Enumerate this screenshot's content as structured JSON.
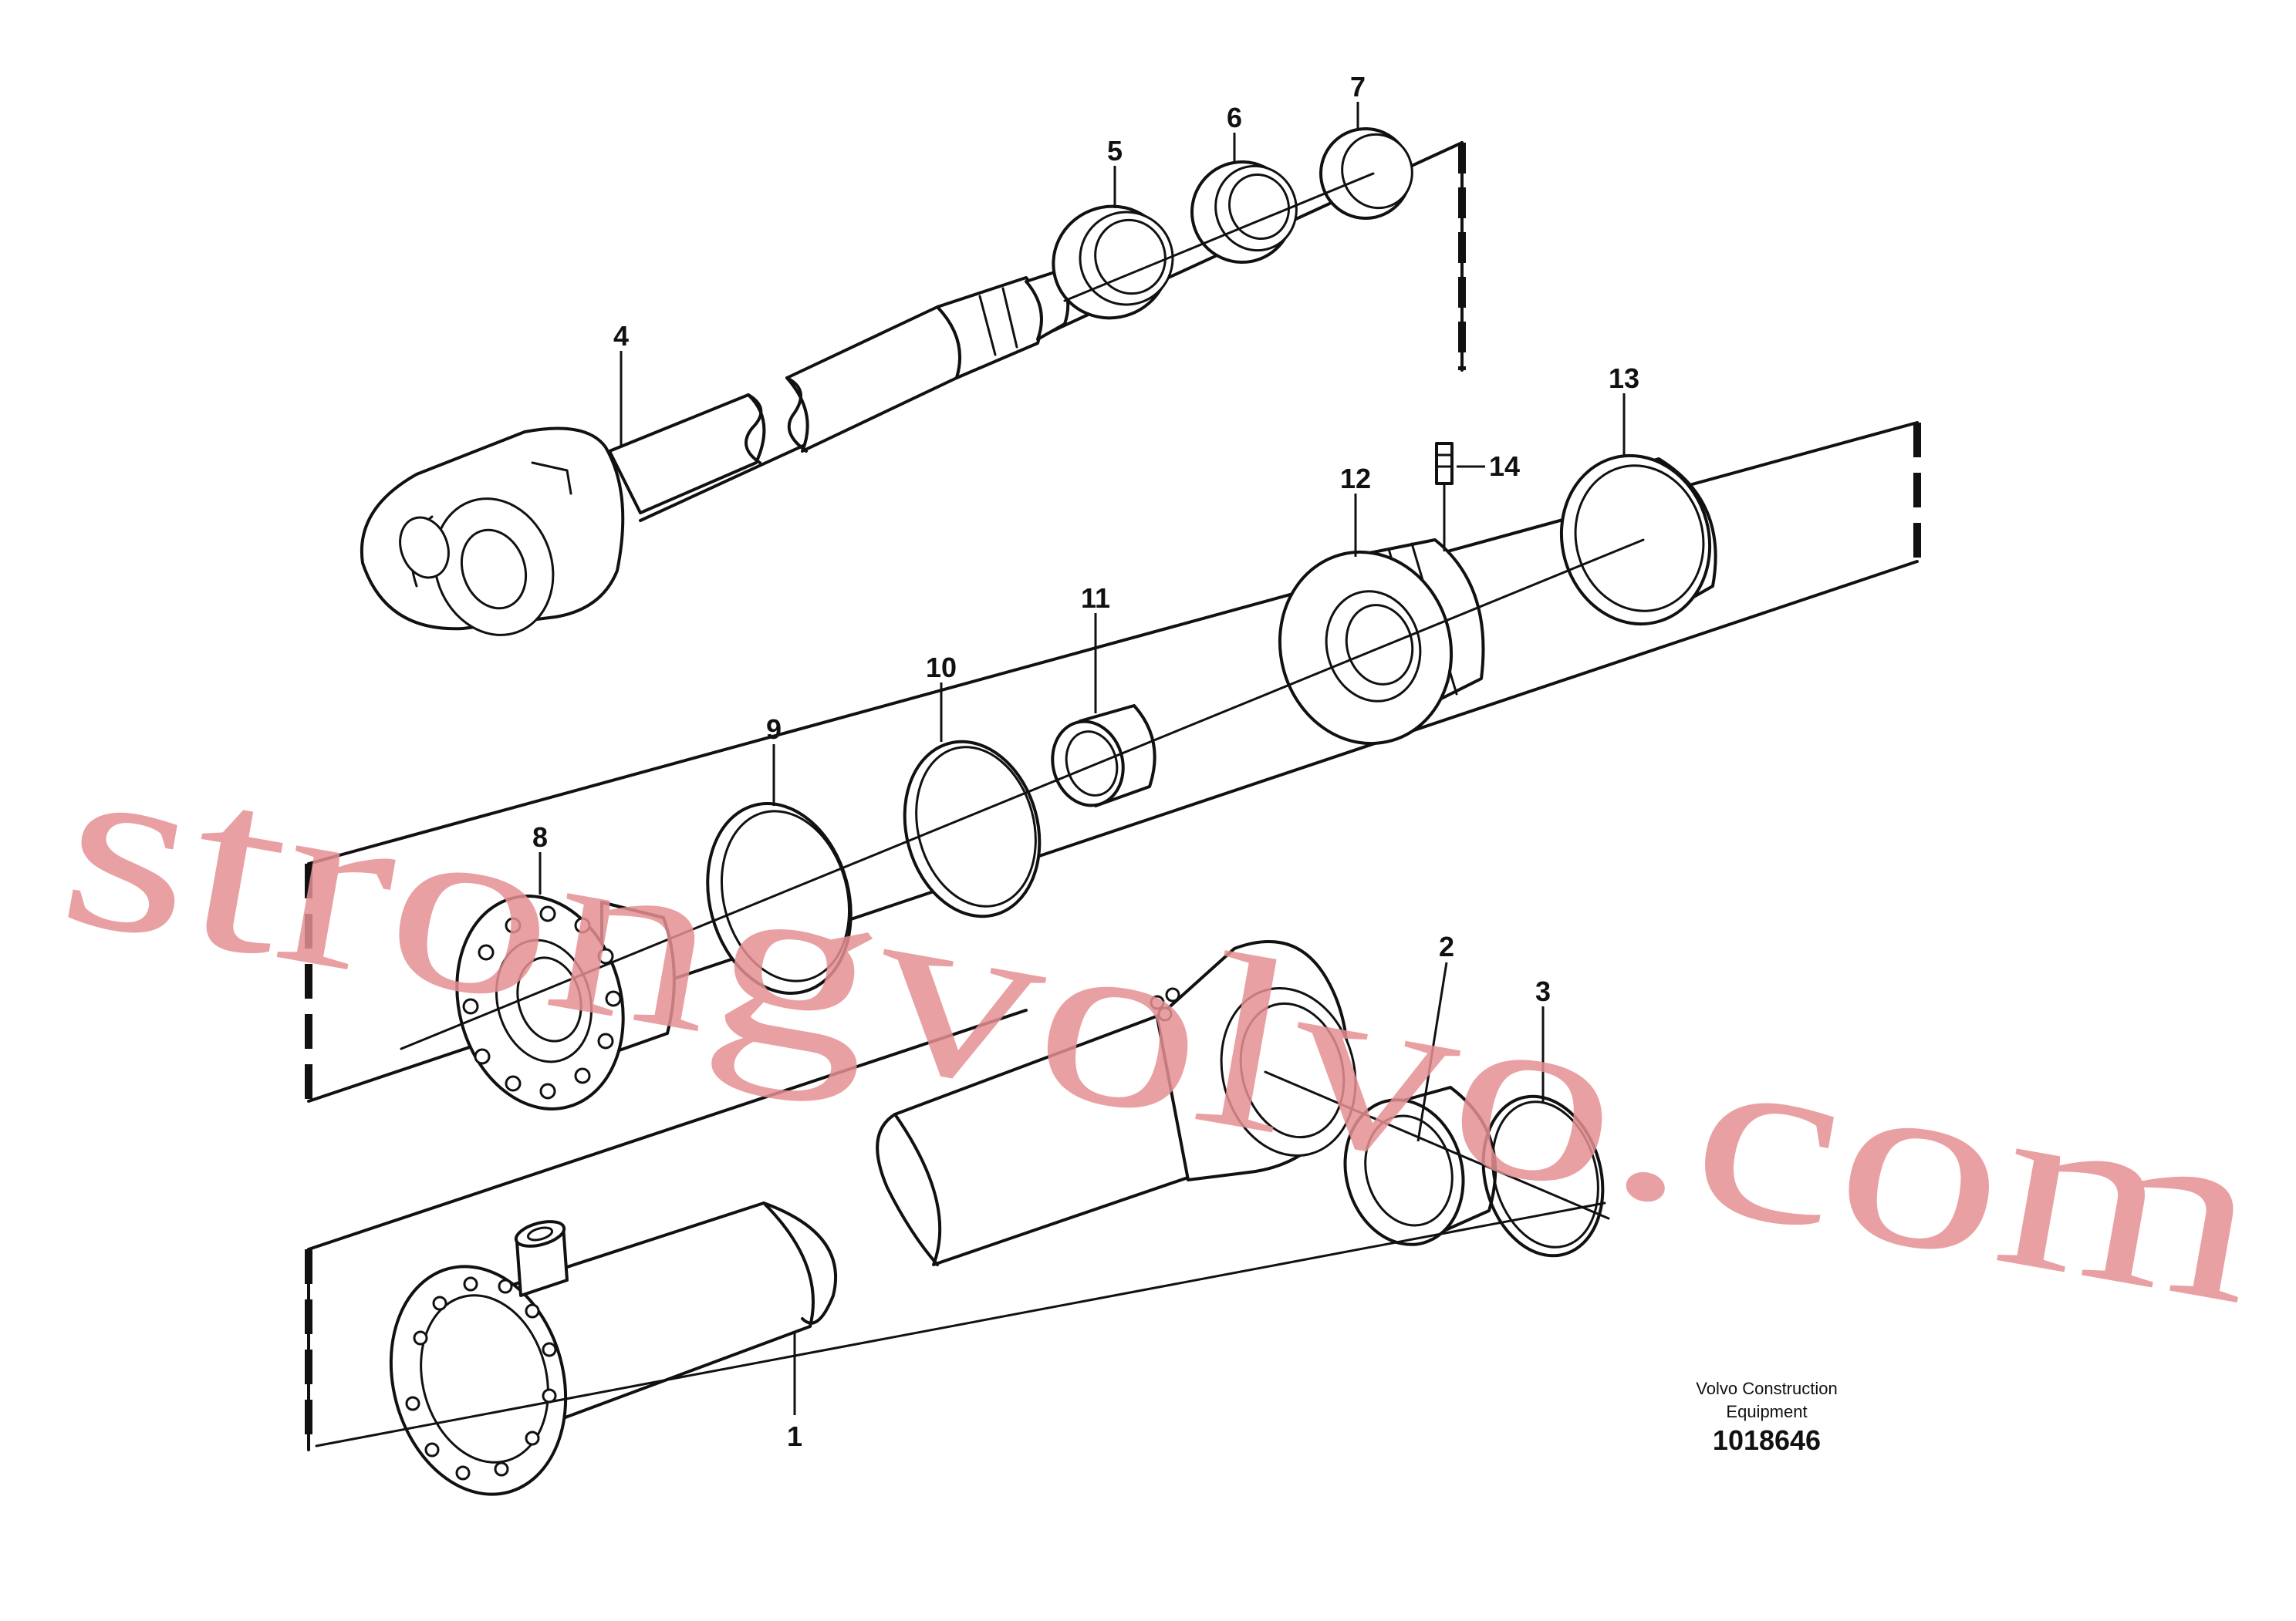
{
  "callouts": [
    {
      "label": "1"
    },
    {
      "label": "2"
    },
    {
      "label": "3"
    },
    {
      "label": "4"
    },
    {
      "label": "5"
    },
    {
      "label": "6"
    },
    {
      "label": "7"
    },
    {
      "label": "8"
    },
    {
      "label": "9"
    },
    {
      "label": "10"
    },
    {
      "label": "11"
    },
    {
      "label": "12"
    },
    {
      "label": "13"
    },
    {
      "label": "14"
    }
  ],
  "credit": {
    "line1": "Volvo Construction",
    "line2": "Equipment",
    "number": "1018646"
  },
  "watermark": "strongvolvo.com",
  "colors": {
    "ink": "#111111",
    "watermark": "#e58f92",
    "background": "#ffffff"
  }
}
